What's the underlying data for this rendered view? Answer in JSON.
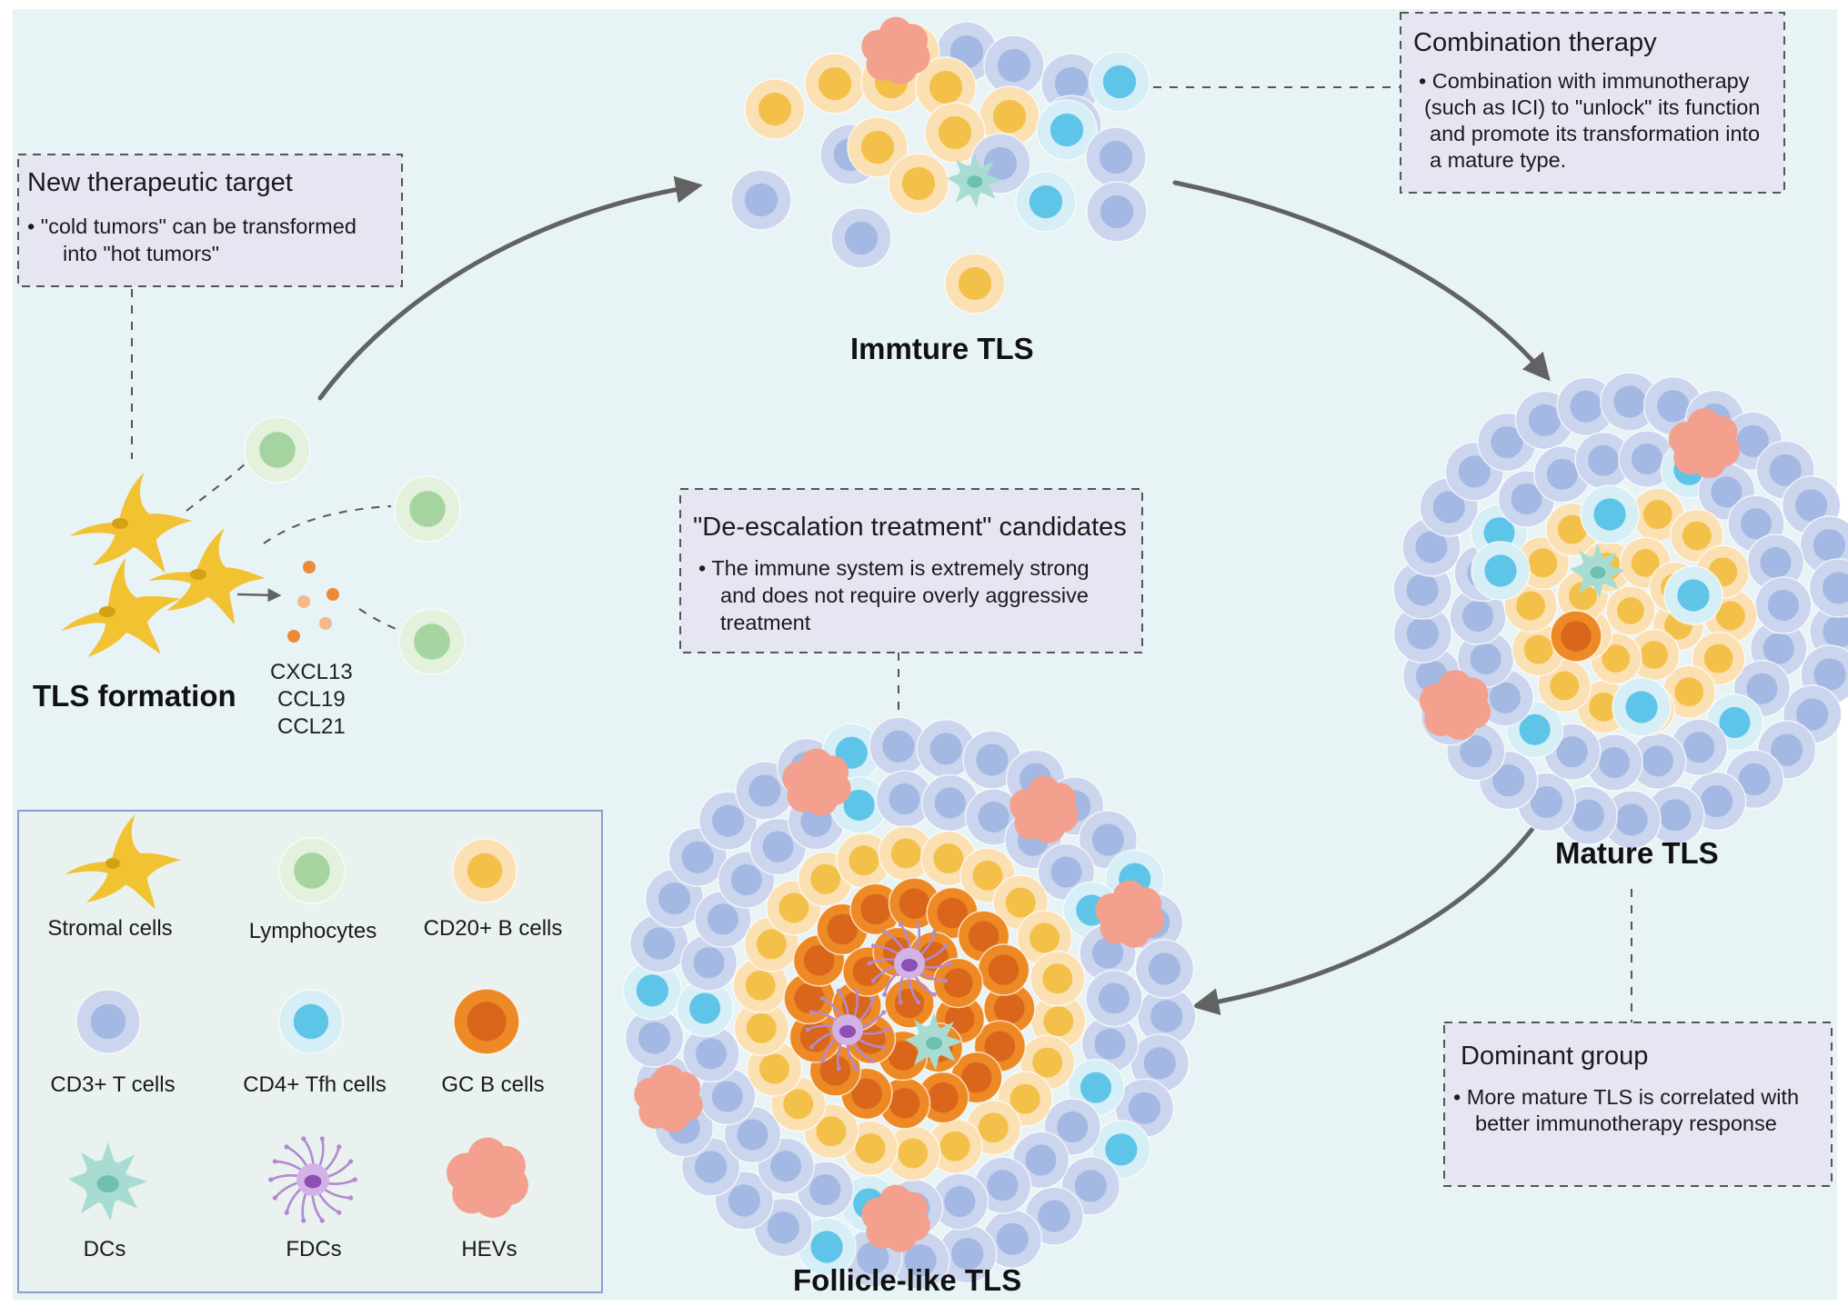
{
  "stages": {
    "formation": "TLS formation",
    "immature": "Immture TLS",
    "mature": "Mature TLS",
    "follicle": "Follicle-like TLS"
  },
  "chemokines": [
    "CXCL13",
    "CCL19",
    "CCL21"
  ],
  "boxes": {
    "new_target": {
      "title": "New therapeutic target",
      "lines": [
        "•   \"cold tumors\" can be transformed",
        "into \"hot tumors\""
      ]
    },
    "combination": {
      "title": "Combination therapy",
      "lines": [
        "•   Combination with immunotherapy",
        "(such as ICI) to \"unlock\" its function",
        "and promote its transformation into",
        "a mature type."
      ]
    },
    "deescalation": {
      "title": "\"De-escalation treatment\" candidates",
      "lines": [
        "•   The immune system is extremely strong",
        "and does not require overly aggressive",
        "treatment"
      ]
    },
    "dominant": {
      "title": "Dominant group",
      "lines": [
        "•   More mature TLS is correlated with",
        "better immunotherapy response"
      ]
    }
  },
  "legend": [
    {
      "label": "Stromal cells",
      "icon": "stromal-cell"
    },
    {
      "label": "Lymphocytes",
      "icon": "lymphocyte"
    },
    {
      "label": "CD20+ B cells",
      "icon": "b-cell"
    },
    {
      "label": "CD3+ T cells",
      "icon": "t-cell"
    },
    {
      "label": "CD4+ Tfh cells",
      "icon": "tfh-cell"
    },
    {
      "label": "GC B cells",
      "icon": "gc-b-cell"
    },
    {
      "label": "DCs",
      "icon": "dendritic-cell"
    },
    {
      "label": "FDCs",
      "icon": "fdc-cell"
    },
    {
      "label": "HEVs",
      "icon": "hev"
    }
  ],
  "colors": {
    "background": "#e8f3f5",
    "box_fill": "#e6e6f3",
    "box_border": "#555555",
    "arrow": "#626262",
    "stromal": "#f1c232",
    "lymphocyte_outer": "#e3f1dd",
    "lymphocyte_inner": "#a5d4a0",
    "b_cell_outer": "#fbe0b4",
    "b_cell_inner": "#f3c14a",
    "t_cell_outer": "#ccd5ee",
    "t_cell_inner": "#a3b8e2",
    "tfh_outer": "#d6eef5",
    "tfh_inner": "#5ec5e8",
    "gc_outer": "#ee8a25",
    "gc_inner": "#d9661a",
    "dc": "#a8dcd3",
    "fdc": "#b28ad0",
    "hev": "#f3a08e",
    "chemokine": "#ea8a3a"
  }
}
